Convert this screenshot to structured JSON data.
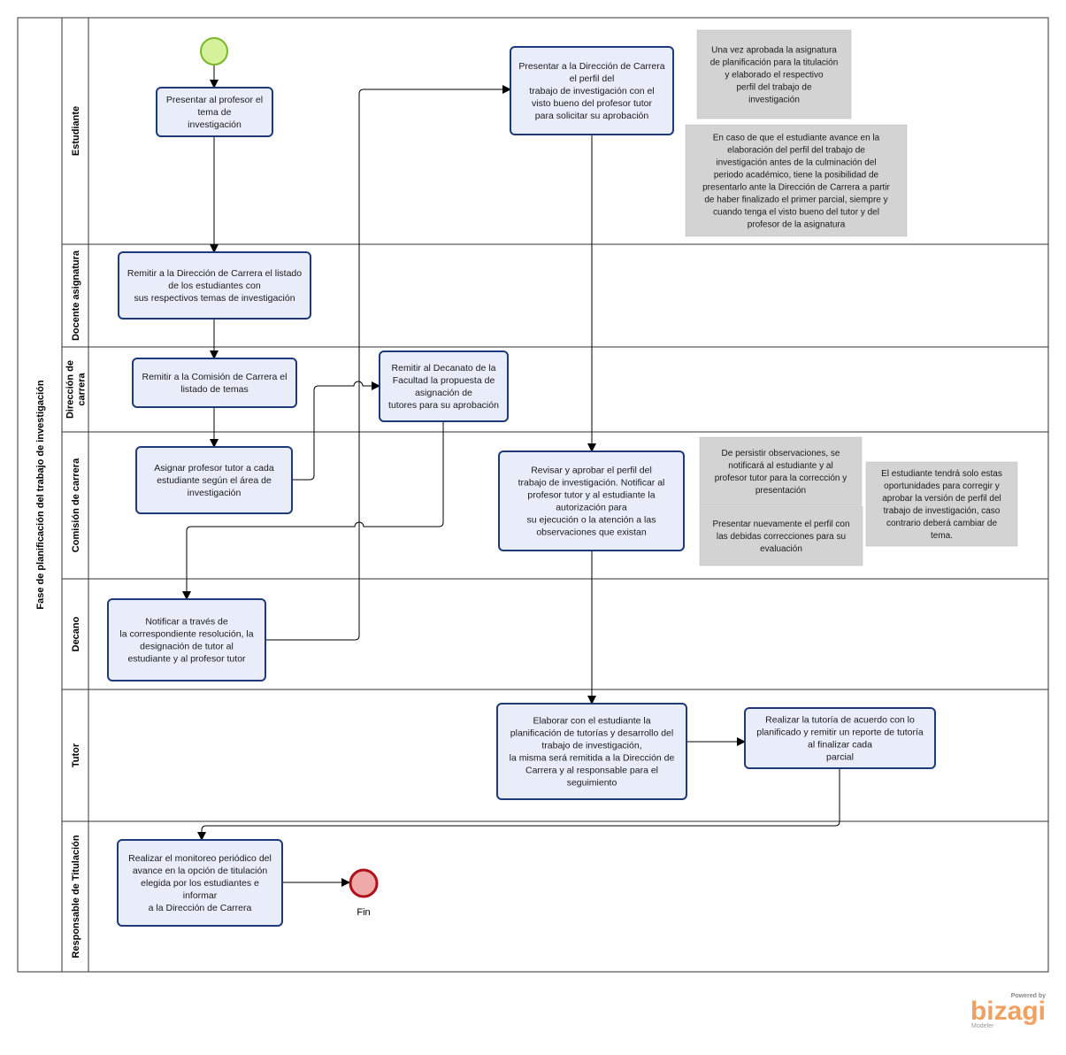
{
  "pool": {
    "title": "Fase de planificación del trabajo de investigación"
  },
  "lanes": [
    "Estudiante",
    "Docente asignatura",
    [
      "Dirección de",
      "carrera"
    ],
    "Comisión de carrera",
    "Decano",
    "Tutor",
    "Responsable de Titulación"
  ],
  "tasks": {
    "t1": [
      "Presentar al profesor el",
      "tema de",
      "investigación"
    ],
    "t2": [
      "Presentar a la Dirección de Carrera",
      "el perfil del",
      "trabajo de investigación con el",
      "visto bueno del profesor tutor",
      "para solicitar su aprobación"
    ],
    "t3": [
      "Remitir a la Dirección de Carrera el listado",
      "de los estudiantes con",
      "sus respectivos temas de investigación"
    ],
    "t4": [
      "Remitir a la Comisión de Carrera el",
      "listado de temas"
    ],
    "t5": [
      "Remitir al Decanato de la",
      "Facultad la propuesta de",
      "asignación de",
      "tutores para su aprobación"
    ],
    "t6": [
      "Asignar profesor tutor a cada",
      "estudiante según el área de",
      "investigación"
    ],
    "t7": [
      "Revisar y aprobar el perfil del",
      "trabajo de investigación. Notificar al",
      "profesor tutor y al estudiante la",
      "autorización para",
      "su ejecución o la atención a las",
      "observaciones que existan"
    ],
    "t8": [
      "Notificar  a través de",
      "la correspondiente resolución, la",
      "designación de tutor al",
      "estudiante y al profesor tutor"
    ],
    "t9": [
      "Elaborar con el estudiante la",
      "planificación de tutorías y desarrollo del",
      "trabajo de investigación,",
      "la misma será remitida a la Dirección de",
      "Carrera y al responsable para el",
      "seguimiento"
    ],
    "t10": [
      "Realizar la tutoría de acuerdo con lo",
      "planificado y remitir un reporte de tutoría",
      "al finalizar cada",
      "parcial"
    ],
    "t11": [
      "Realizar el monitoreo periódico del",
      "avance en la opción de titulación",
      "elegida por los estudiantes e",
      "informar",
      "a la Dirección de Carrera"
    ]
  },
  "notes": {
    "n1": [
      "Una vez aprobada la asignatura",
      "de planificación para la titulación",
      "y elaborado el respectivo",
      "perfil del trabajo de",
      "investigación"
    ],
    "n2": [
      "En caso de que el estudiante avance en la",
      "elaboración del perfil del trabajo de",
      "investigación antes de la culminación del",
      "periodo académico, tiene la posibilidad de",
      "presentarlo ante la Dirección de Carrera a partir",
      "de haber finalizado el primer parcial, siempre y",
      "cuando tenga el visto bueno del tutor y del",
      "profesor de la asignatura"
    ],
    "n3": [
      "De persistir observaciones, se",
      "notificará al estudiante y al",
      "profesor tutor para la corrección y",
      "presentación"
    ],
    "n4": [
      "Presentar nuevamente el perfil con",
      "las debidas correcciones para su",
      "evaluación"
    ],
    "n5": [
      "El estudiante tendrá solo estas",
      "oportunidades para corregir y",
      "aprobar la versión de perfil del",
      "trabajo de investigación, caso",
      "contrario deberá cambiar de",
      "tema."
    ]
  },
  "end_event": {
    "label": "Fin"
  },
  "branding": {
    "powered": "Powered by",
    "name": "bizagi",
    "product": "Modeler"
  },
  "colors": {
    "task_fill": "#e8edf9",
    "task_stroke": "#1f3a7a",
    "note_fill": "#d3d3d3",
    "start_fill": "#d5f29a",
    "start_stroke": "#7ab62a",
    "end_fill": "#f0a9a9",
    "end_stroke": "#b0101a"
  }
}
